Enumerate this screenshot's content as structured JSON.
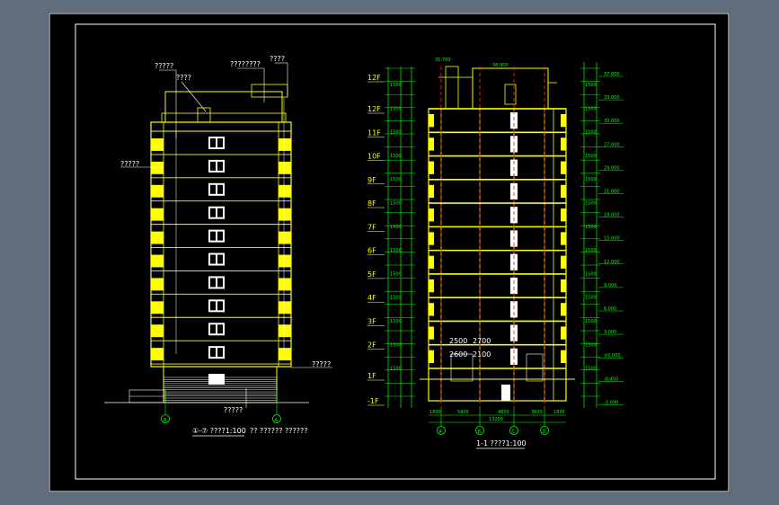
{
  "colors": {
    "background": "#000000",
    "outer": "#5f6d7c",
    "building": "#ffff00",
    "dimension": "#00ff00",
    "text": "#ffffff",
    "axis": "#ff2020"
  },
  "elevation": {
    "title": "①-⑦ ????1:100",
    "subtitle": "??  ??????    ??????",
    "roof_labels": [
      "?????",
      "????",
      "????????",
      "????"
    ],
    "side_label": "?????",
    "base_label_right": "?????",
    "base_label_bottom": "?????",
    "axis_left": "D",
    "axis_right": "A"
  },
  "section": {
    "title": "1-1 ????1:100",
    "top_level_left": "35.700",
    "top_level_mid": "38.000",
    "floors": [
      "12F",
      "12F",
      "11F",
      "10F",
      "9F",
      "8F",
      "7F",
      "6F",
      "5F",
      "4F",
      "3F",
      "2F",
      "1F",
      "-1F"
    ],
    "elev_labels": [
      "37.000",
      "33.000",
      "30.000",
      "27.000",
      "24.000",
      "21.000",
      "18.000",
      "15.000",
      "12.000",
      "9.000",
      "6.000",
      "3.000",
      "±0.000",
      "-0.450",
      "-3.000"
    ],
    "dim_labels": [
      "1500",
      "1500",
      "1500",
      "1500",
      "1500",
      "1500",
      "1500",
      "1500",
      "1500",
      "1500",
      "1500",
      "1500",
      "1500"
    ],
    "axes": [
      "A",
      "B",
      "C",
      "D"
    ],
    "bottom_dims": [
      "1800",
      "5400",
      "4800",
      "3600",
      "1800"
    ],
    "total_dim": "13200",
    "inner_labels": [
      "2500",
      "2700",
      "2600",
      "2100"
    ]
  }
}
